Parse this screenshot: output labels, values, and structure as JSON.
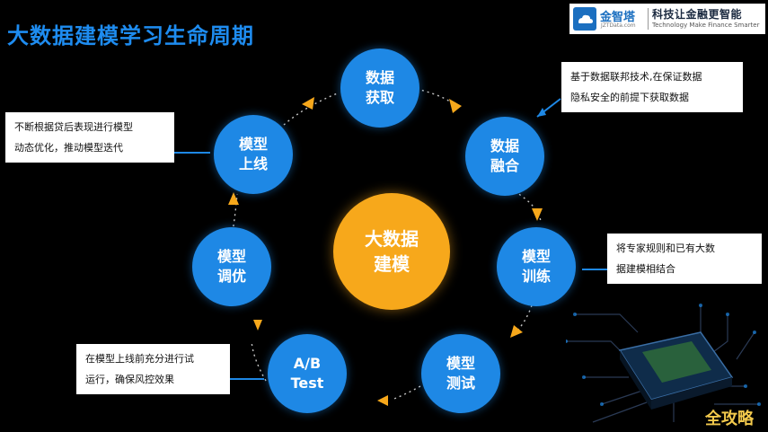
{
  "title": "大数据建模学习生命周期",
  "logo": {
    "name": "金智塔",
    "domain": "JZTData.com",
    "slogan": "科技让金融更智能",
    "slogan_en": "Technology Make Finance Smarter"
  },
  "center": {
    "line1": "大数据",
    "line2": "建模"
  },
  "nodes": {
    "acquire": {
      "line1": "数据",
      "line2": "获取"
    },
    "fuse": {
      "line1": "数据",
      "line2": "融合"
    },
    "train": {
      "line1": "模型",
      "line2": "训练"
    },
    "test": {
      "line1": "模型",
      "line2": "测试"
    },
    "abtest": {
      "line1": "A/B",
      "line2": "Test"
    },
    "tune": {
      "line1": "模型",
      "line2": "调优"
    },
    "deploy": {
      "line1": "模型",
      "line2": "上线"
    }
  },
  "callouts": {
    "fuse": {
      "line1": "基于数据联邦技术,在保证数据",
      "line2": "隐私安全的前提下获取数据"
    },
    "deploy": {
      "line1": "不断根据贷后表现进行模型",
      "line2": "动态优化，推动模型迭代"
    },
    "train": {
      "line1": "将专家规则和已有大数",
      "line2": "据建模相结合"
    },
    "abtest": {
      "line1": "在模型上线前充分进行试",
      "line2": "运行，确保风控效果"
    }
  },
  "watermark": "全攻略",
  "colors": {
    "node": "#1e88e5",
    "center": "#f7a81b",
    "arrow": "#f7a81b",
    "connector": "#1e88e5",
    "title": "#1e8cf0"
  }
}
